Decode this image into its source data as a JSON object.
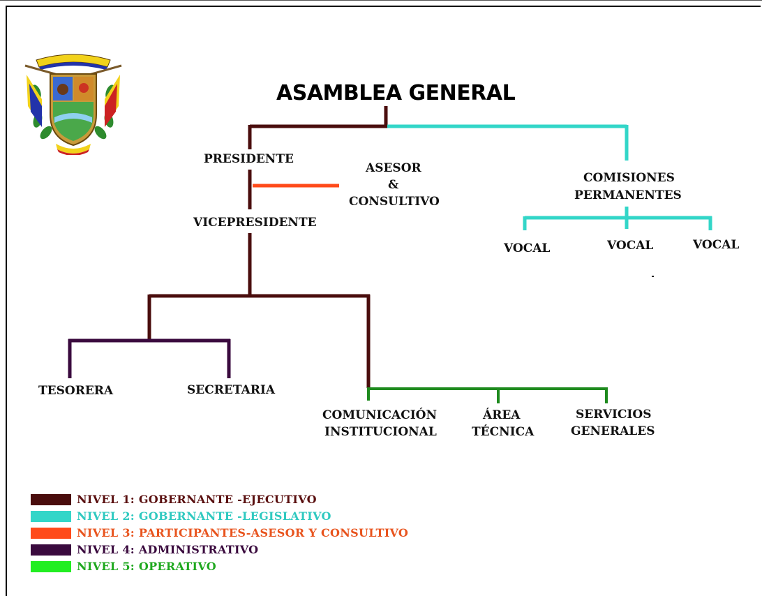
{
  "title": "ASAMBLEA GENERAL",
  "nodes": {
    "presidente": "PRESIDENTE",
    "asesor_l1": "ASESOR",
    "asesor_l2": "&",
    "asesor_l3": "CONSULTIVO",
    "vicepresidente": "VICEPRESIDENTE",
    "comisiones_l1": "COMISIONES",
    "comisiones_l2": "PERMANENTES",
    "vocal_1": "VOCAL",
    "vocal_2": "VOCAL",
    "vocal_3": "VOCAL",
    "tesorera": "TESORERA",
    "secretaria": "SECRETARIA",
    "comunicacion_l1": "COMUNICACIÓN",
    "comunicacion_l2": "INSTITUCIONAL",
    "area_l1": "ÁREA",
    "area_l2": "TÉCNICA",
    "servicios_l1": "SERVICIOS",
    "servicios_l2": "GENERALES"
  },
  "legend": [
    {
      "text": "NIVEL 1: GOBERNANTE -EJECUTIVO",
      "color": "#4a0d0d",
      "text_color": "#5a1010"
    },
    {
      "text": "NIVEL 2: GOBERNANTE -LEGISLATIVO",
      "color": "#33d6c8",
      "text_color": "#2fc9c0"
    },
    {
      "text": "NIVEL 3: PARTICIPANTES-ASESOR Y CONSULTIVO",
      "color": "#ff4a1a",
      "text_color": "#e8541e"
    },
    {
      "text": "NIVEL 4: ADMINISTRATIVO",
      "color": "#3a0a3e",
      "text_color": "#3a0a3e"
    },
    {
      "text": "NIVEL 5: OPERATIVO",
      "color": "#22ee22",
      "text_color": "#1fa81f"
    }
  ],
  "colors": {
    "level1": "#4a0d0d",
    "level2": "#33d6c8",
    "level3": "#ff4a1a",
    "level4": "#3a0a3e",
    "level5": "#1e8a1e"
  },
  "logo": {
    "icon": "coat-of-arms-emblem"
  }
}
